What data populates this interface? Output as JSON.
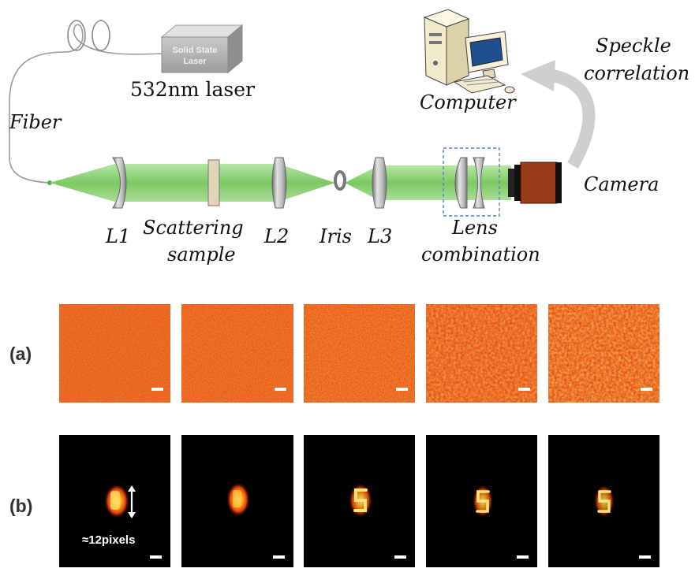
{
  "setup": {
    "laser_box_label_line1": "Solid State",
    "laser_box_label_line2": "Laser",
    "laser_label": "532nm laser",
    "fiber_label": "Fiber",
    "computer_label": "Computer",
    "speckle_label_line1": "Speckle",
    "speckle_label_line2": "correlation",
    "camera_label": "Camera",
    "l1_label": "L1",
    "sample_label_line1": "Scattering",
    "sample_label_line2": "sample",
    "l2_label": "L2",
    "iris_label": "Iris",
    "l3_label": "L3",
    "lens_combo_line1": "Lens",
    "lens_combo_line2": "combination"
  },
  "results": {
    "row_a_label": "(a)",
    "row_b_label": "(b)",
    "size_annotation": "≈12pixels",
    "colors": {
      "speckle_base": "#e8551f",
      "beam": "#8fd47a",
      "background_dark": "#000000"
    }
  }
}
